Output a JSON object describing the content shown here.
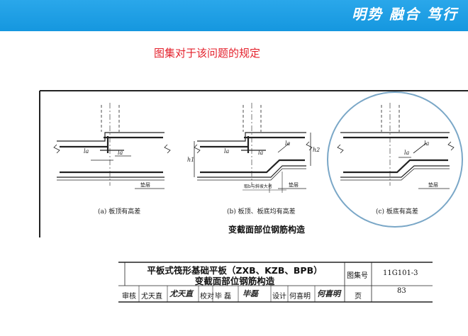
{
  "header": {
    "slogan": "明势 融合 笃行",
    "bar_color": "#1b9ee4"
  },
  "slide": {
    "title": "图集对于该问题的规定",
    "title_color": "#e4222d"
  },
  "drawing": {
    "figure_title": "变截面部位钢筋构造",
    "captions": [
      "(a) 板顶有高差",
      "(b) 板顶、板底均有高差",
      "(c) 板底有高差"
    ],
    "labels": {
      "la": "la",
      "h1": "h1",
      "h2": "h2",
      "cushion": "垫层",
      "slope_note": "取b与斜坡大者"
    },
    "highlight_color": "#7aa7c7"
  },
  "title_block": {
    "title_line1": "平板式筏形基础平板（ZXB、KZB、BPB）",
    "title_line2": "变截面部位钢筋构造",
    "atlas_no_label": "图集号",
    "atlas_no": "11G101-3",
    "page_label": "页",
    "page_no": "83",
    "review_label": "审核",
    "reviewer": "尤天直",
    "reviewer_sig": "尤天直",
    "check_label": "校对",
    "checker": "毕 磊",
    "checker_sig": "毕磊",
    "design_label": "设计",
    "designer": "何喜明",
    "designer_sig": "何喜明"
  }
}
